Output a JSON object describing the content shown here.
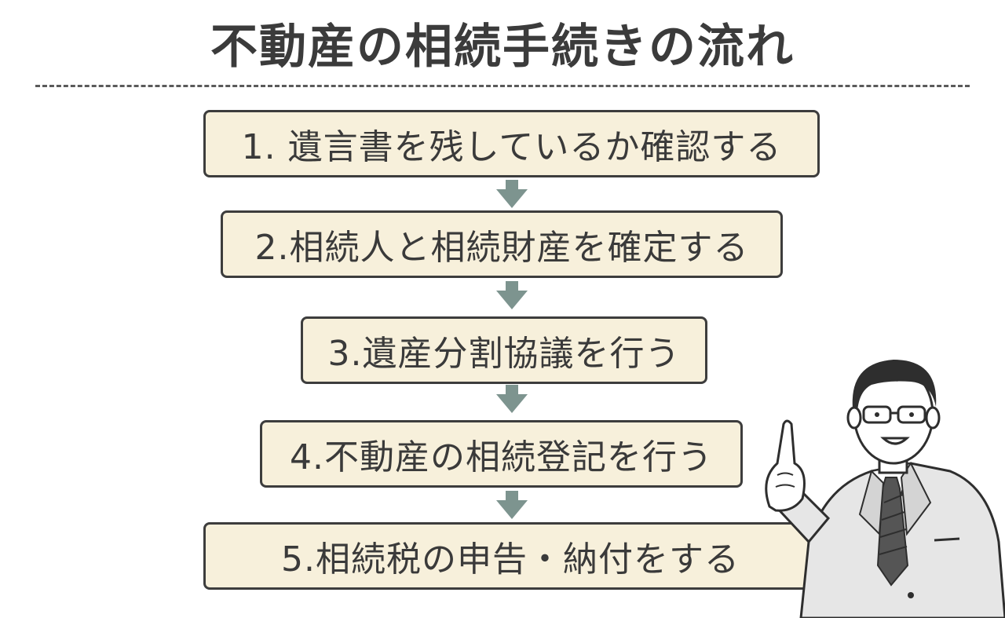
{
  "title": "不動産の相続手続きの流れ",
  "steps": [
    "1. 遺言書を残しているか確認する",
    "2.相続人と相続財産を確定する",
    "3.遺産分割協議を行う",
    "4.不動産の相続登記を行う",
    "5.相続税の申告・納付をする"
  ],
  "colors": {
    "box_fill": "#f7f0db",
    "box_border": "#3d3d3d",
    "arrow": "#7d948f",
    "text": "#3a3a3a"
  },
  "icons": {
    "illustration": "businessman-pointing-icon"
  }
}
